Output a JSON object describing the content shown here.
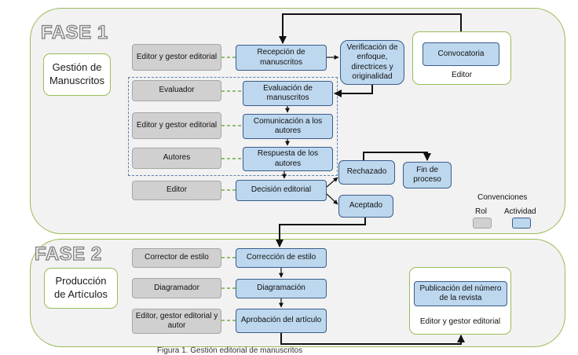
{
  "phase1": {
    "title": "FASE 1",
    "section_label": "Gestión de Manuscritos",
    "roles": [
      "Editor y gestor editorial",
      "Evaluador",
      "Editor y gestor editorial",
      "Autores",
      "Editor"
    ],
    "activities": [
      "Recepción de manuscritos",
      "Evaluación de manuscritos",
      "Comunicación a los autores",
      "Respuesta de los autores",
      "Decisión editorial"
    ],
    "verification": "Verificación de enfoque, directrices y originalidad",
    "call": "Convocatoria",
    "call_role": "Editor",
    "rejected": "Rechazado",
    "end": "Fin de proceso",
    "accepted": "Aceptado"
  },
  "phase2": {
    "title": "FASE 2",
    "section_label": "Producción de Artículos",
    "roles": [
      "Corrector de estilo",
      "Diagramador",
      "Editor, gestor editorial y autor"
    ],
    "activities": [
      "Corrección de estilo",
      "Diagramación",
      "Aprobación del artículo"
    ],
    "publication": "Publicación del número de la revista",
    "publication_role": "Editor y gestor editorial"
  },
  "legend": {
    "title": "Convenciones",
    "role_label": "Rol",
    "activity_label": "Actividad",
    "colors": {
      "role": "#d0d0d0",
      "activity": "#bdd7ee",
      "connector": "#70ad47",
      "phase_border": "#9bbb59"
    }
  },
  "caption": "Figura 1. Gestión editorial de manuscritos"
}
